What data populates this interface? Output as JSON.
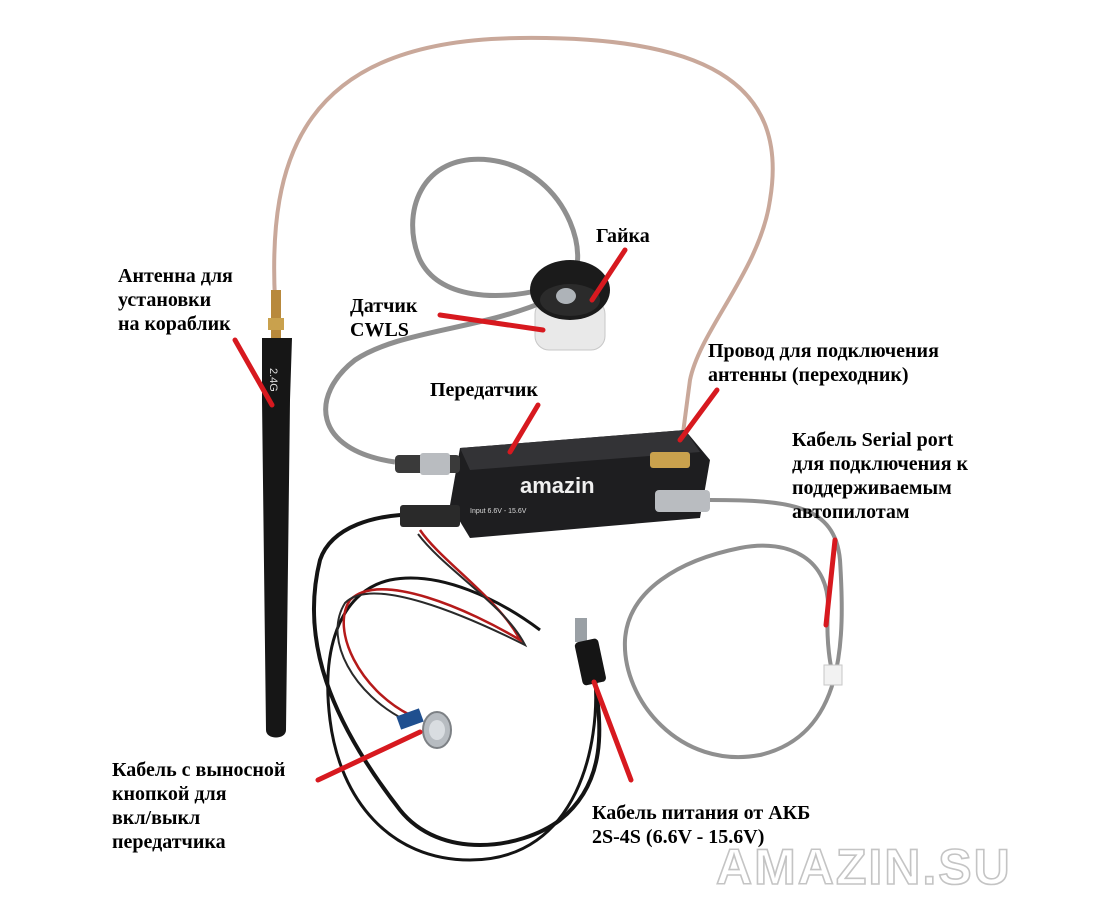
{
  "labels": {
    "antenna": [
      "Антенна для",
      "установки",
      "на кораблик"
    ],
    "nut": [
      "Гайка"
    ],
    "sensor": [
      "Датчик",
      "CWLS"
    ],
    "transmitter": [
      "Передатчик"
    ],
    "antenna_wire": [
      "Провод для подключения",
      "антенны (переходник)"
    ],
    "serial_cable": [
      "Кабель Serial port",
      "для подключения к",
      "поддерживаемым",
      "автопилотам"
    ],
    "button_cable": [
      "Кабель с выносной",
      "кнопкой для",
      "вкл/выкл",
      "передатчика"
    ],
    "power_cable": [
      "Кабель питания от АКБ",
      "2S-4S (6.6V - 15.6V)"
    ]
  },
  "device": {
    "brand": "amazin",
    "input": "Input 6.6V - 15.6V",
    "antenna_marking": "2.4G"
  },
  "watermark": "AMAZIN.SU",
  "colors": {
    "pointer": "#d7191f",
    "text": "#000000",
    "device_body": "#1e1e20",
    "gray_cable": "#9a9a9a",
    "coax_cable": "#c9a89a",
    "black_cable": "#141414",
    "red_wire": "#b51a1a"
  }
}
